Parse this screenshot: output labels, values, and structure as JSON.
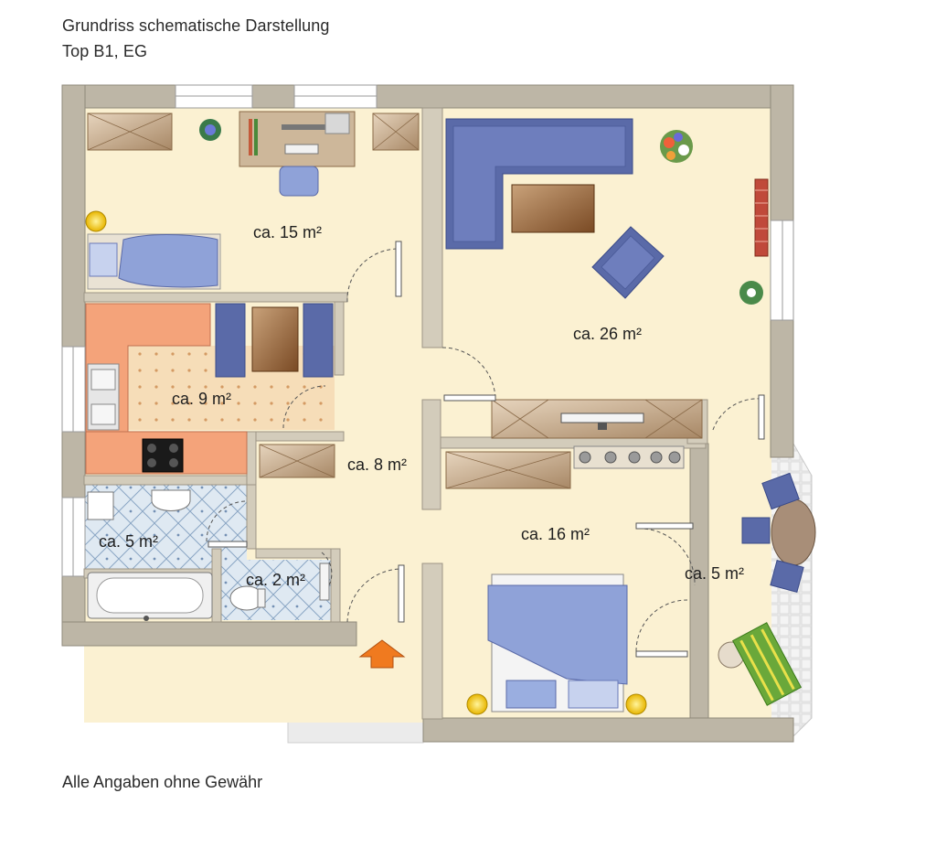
{
  "header": {
    "title": "Grundriss schematische Darstellung",
    "subtitle": "Top B1, EG"
  },
  "footer": {
    "disclaimer": "Alle Angaben ohne Gewähr"
  },
  "rooms": {
    "room_15": "ca. 15 m²",
    "room_26": "ca. 26 m²",
    "kitchen": "ca. 9 m²",
    "hall": "ca. 8 m²",
    "bath": "ca. 5 m²",
    "wc": "ca. 2 m²",
    "bedroom": "ca. 16 m²",
    "terrace": "ca. 5 m²"
  },
  "colors": {
    "wall": "#bdb6a6",
    "floor": "#fbf1d2",
    "kitchen_counter": "#f4a37a",
    "sofa": "#5a6aa8",
    "bed": "#8fa2d8",
    "terrace_tile": "#e6e6e6",
    "entrance_arrow": "#f07a1f",
    "table_wood": "#8b5a2b"
  }
}
